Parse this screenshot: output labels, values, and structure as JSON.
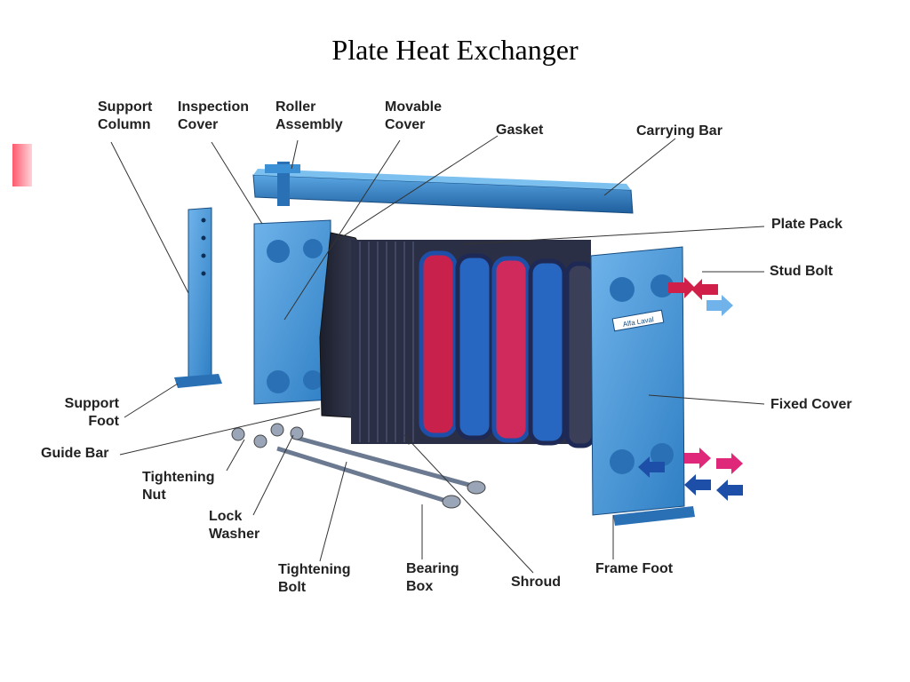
{
  "title": "Plate Heat Exchanger",
  "labels": {
    "support_column": [
      "Support",
      "Column"
    ],
    "inspection_cover": [
      "Inspection",
      "Cover"
    ],
    "roller_assembly": [
      "Roller",
      "Assembly"
    ],
    "movable_cover": [
      "Movable",
      "Cover"
    ],
    "gasket": [
      "Gasket"
    ],
    "carrying_bar": [
      "Carrying Bar"
    ],
    "plate_pack": [
      "Plate Pack"
    ],
    "stud_bolt": [
      "Stud Bolt"
    ],
    "fixed_cover": [
      "Fixed Cover"
    ],
    "support_foot": [
      "Support",
      "Foot"
    ],
    "guide_bar": [
      "Guide Bar"
    ],
    "tightening_nut": [
      "Tightening",
      "Nut"
    ],
    "lock_washer": [
      "Lock",
      "Washer"
    ],
    "tightening_bolt": [
      "Tightening",
      "Bolt"
    ],
    "bearing_box": [
      "Bearing",
      "Box"
    ],
    "shroud": [
      "Shroud"
    ],
    "frame_foot": [
      "Frame Foot"
    ]
  },
  "plate_badge": "Alfa Laval",
  "colors": {
    "frame": "#3b8fd4",
    "frame_dark": "#1f5f9e",
    "hot": "#d0204a",
    "cold": "#1e4fa8",
    "plates": "#2a2f45",
    "accent": "#ff5a6e"
  }
}
